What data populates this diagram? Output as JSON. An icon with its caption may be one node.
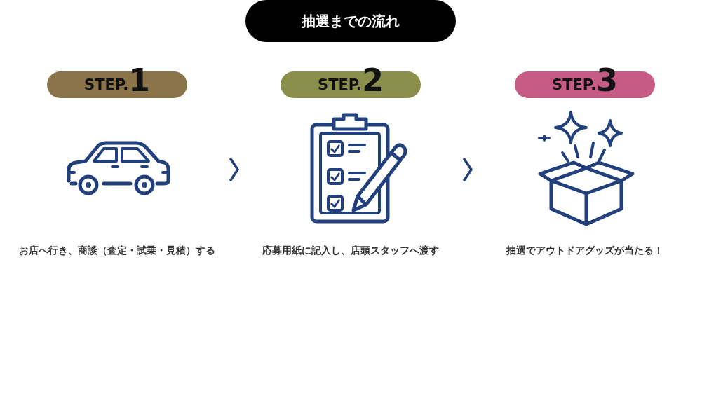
{
  "diagram": {
    "nodes": [
      {
        "text": [
          "抽選までの流れ"
        ]
      },
      {
        "text": [
          "STEP.1"
        ]
      },
      {
        "text": [
          "STEP.2"
        ]
      },
      {
        "text": [
          "STEP.3"
        ]
      }
    ],
    "labels": [
      "お店へ行き、商談（査定・試乗・見積）する",
      "応募用紙に記入し、店頭スタッフへ渡す",
      "抽選でアウトドアグッズが当たる！"
    ]
  }
}
